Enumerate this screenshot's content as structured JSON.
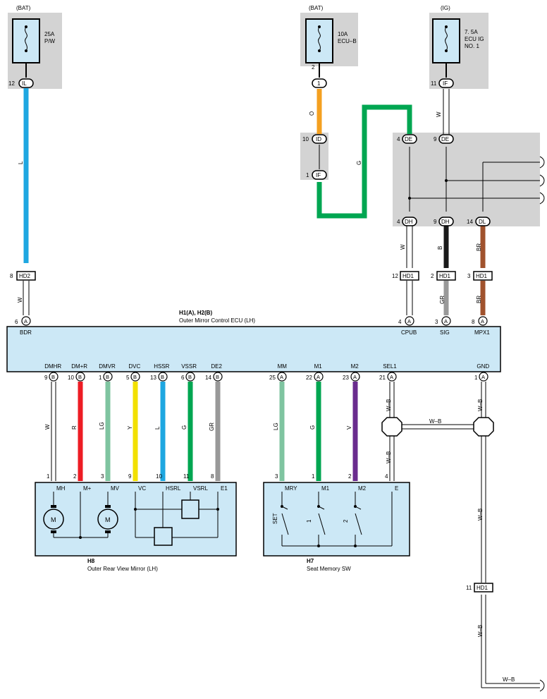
{
  "power": {
    "bat1": {
      "source": "(BAT)",
      "amp": "25A",
      "name": "P/W",
      "pin": "12",
      "conn": "IL"
    },
    "bat2": {
      "source": "(BAT)",
      "amp": "10A",
      "name": "ECU–B",
      "pin_top": "2",
      "conn_top": "1"
    },
    "ig": {
      "source": "(IG)",
      "amp": "7. 5A",
      "name1": "ECU IG",
      "name2": "NO. 1",
      "pin": "11",
      "conn": "IF"
    }
  },
  "junction1": {
    "top_pin": "10",
    "top_conn": "ID",
    "bot_pin": "1",
    "bot_conn": "IF"
  },
  "junction2": {
    "in1_pin": "4",
    "in1_conn": "DE",
    "in2_pin": "9",
    "in2_conn": "DE",
    "out1_pin": "4",
    "out1_conn": "DH",
    "out2_pin": "9",
    "out2_conn": "DH",
    "out3_pin": "14",
    "out3_conn": "DL"
  },
  "wires": {
    "L": "L",
    "O": "O",
    "G": "G",
    "W": "W",
    "B": "B",
    "BR": "BR",
    "GR": "GR",
    "R": "R",
    "LG": "LG",
    "Y": "Y",
    "V": "V",
    "WB": "W–B"
  },
  "hd": {
    "hd2_pin": "8",
    "hd2": "HD2",
    "hd1a_pin": "12",
    "hd1a": "HD1",
    "hd1b_pin": "2",
    "hd1b": "HD1",
    "hd1c_pin": "3",
    "hd1c": "HD1",
    "hd1d_pin": "11",
    "hd1d": "HD1"
  },
  "ecu": {
    "code": "H1(A), H2(B)",
    "name": "Outer Mirror Control ECU (LH)",
    "top_pins": [
      {
        "num": "6",
        "conn": "A",
        "label": "BDR"
      },
      {
        "num": "4",
        "conn": "A",
        "label": "CPUB"
      },
      {
        "num": "3",
        "conn": "A",
        "label": "SIG"
      },
      {
        "num": "8",
        "conn": "A",
        "label": "MPX1"
      }
    ],
    "bottom_pins": [
      {
        "label": "DMHR",
        "num": "9",
        "conn": "B"
      },
      {
        "label": "DM+R",
        "num": "10",
        "conn": "B"
      },
      {
        "label": "DMVR",
        "num": "1",
        "conn": "B"
      },
      {
        "label": "DVC",
        "num": "5",
        "conn": "B"
      },
      {
        "label": "HSSR",
        "num": "13",
        "conn": "B"
      },
      {
        "label": "VSSR",
        "num": "6",
        "conn": "B"
      },
      {
        "label": "DE2",
        "num": "14",
        "conn": "B"
      },
      {
        "label": "MM",
        "num": "25",
        "conn": "A"
      },
      {
        "label": "M1",
        "num": "22",
        "conn": "A"
      },
      {
        "label": "M2",
        "num": "23",
        "conn": "A"
      },
      {
        "label": "SEL1",
        "num": "21",
        "conn": "A"
      },
      {
        "label": "GND",
        "num": "1",
        "conn": "A"
      }
    ]
  },
  "mirror": {
    "code": "H8",
    "name": "Outer Rear View Mirror (LH)",
    "pins": [
      {
        "num": "1",
        "label": "MH"
      },
      {
        "num": "2",
        "label": "M+"
      },
      {
        "num": "3",
        "label": "MV"
      },
      {
        "num": "9",
        "label": "VC"
      },
      {
        "num": "10",
        "label": "HSRL"
      },
      {
        "num": "11",
        "label": "VSRL"
      },
      {
        "num": "8",
        "label": "E1"
      }
    ],
    "motor": "M"
  },
  "seat": {
    "code": "H7",
    "name": "Seat Memory SW",
    "pins": [
      {
        "num": "3",
        "label": "MRY"
      },
      {
        "num": "1",
        "label": "M1"
      },
      {
        "num": "2",
        "label": "M2"
      },
      {
        "num": "4",
        "label": "E"
      }
    ],
    "switches": [
      "SET",
      "1",
      "2"
    ]
  },
  "colors": {
    "box_fill": "#cce8f6",
    "shade": "#d3d3d3",
    "L": "#1ea7e1",
    "O": "#f4a020",
    "G": "#00a651",
    "B": "#1a1a1a",
    "BR": "#a0522d",
    "GR": "#999999",
    "R": "#ed1c24",
    "LG": "#7fc4a0",
    "Y": "#f2e000",
    "V": "#6a2c8e"
  }
}
